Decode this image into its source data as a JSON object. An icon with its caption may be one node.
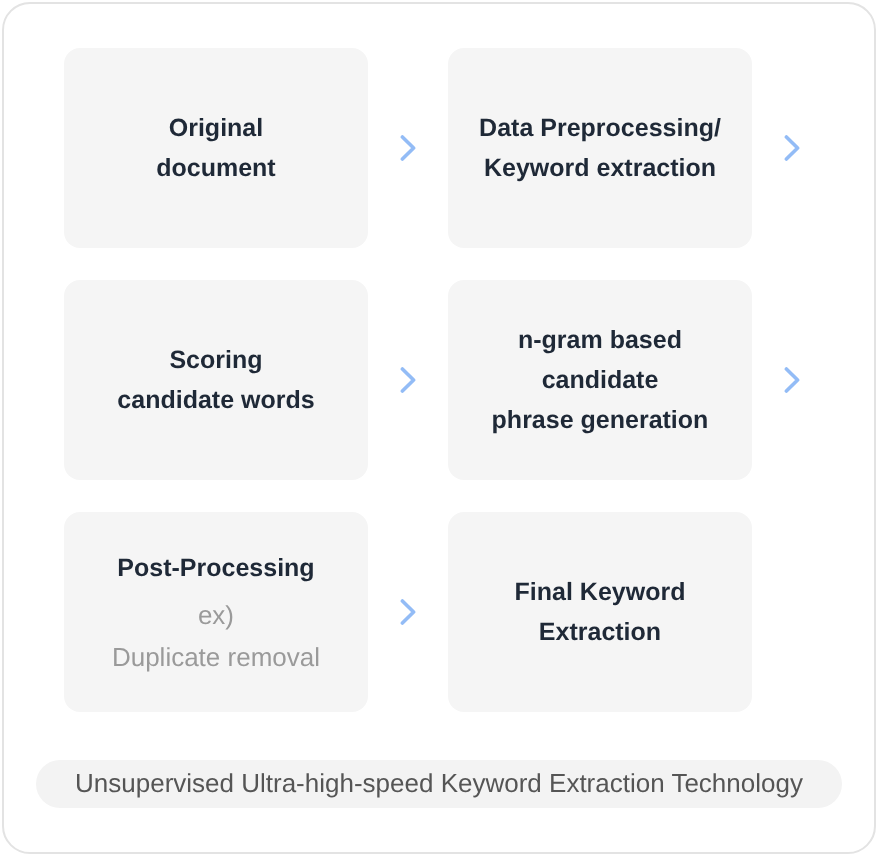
{
  "diagram": {
    "caption": "Unsupervised Ultra-high-speed Keyword Extraction Technology",
    "nodes": [
      {
        "text": [
          "Original document"
        ]
      },
      {
        "text": [
          "Data Preprocessing/ Keyword extraction"
        ]
      },
      {
        "text": [
          "Scoring candidate words"
        ]
      },
      {
        "text": [
          "n-gram based candidate phrase generation"
        ]
      },
      {
        "text": [
          "Post-Processing",
          "ex) Duplicate removal"
        ]
      },
      {
        "text": [
          "Final Keyword Extraction"
        ]
      }
    ],
    "edges": [
      {
        "from": 0,
        "to": 1,
        "arrow": "to"
      },
      {
        "from": 1,
        "to": null,
        "arrow": "to"
      },
      {
        "from": 2,
        "to": 3,
        "arrow": "to"
      },
      {
        "from": 3,
        "to": null,
        "arrow": "to"
      },
      {
        "from": 4,
        "to": 5,
        "arrow": "to"
      }
    ]
  }
}
